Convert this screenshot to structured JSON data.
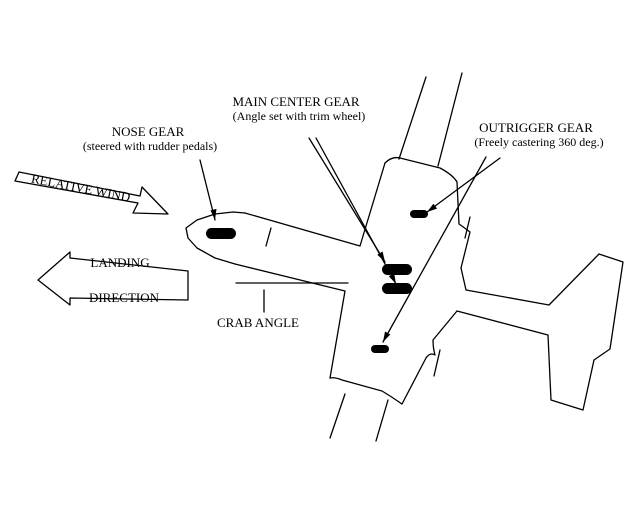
{
  "labels": {
    "nose_gear_title": "NOSE GEAR",
    "nose_gear_note": "(steered with rudder pedals)",
    "main_gear_title": "MAIN CENTER GEAR",
    "main_gear_note": "(Angle set with trim wheel)",
    "outrigger_title": "OUTRIGGER GEAR",
    "outrigger_note": "(Freely castering 360 deg.)",
    "relative_wind": "RELATIVE WIND",
    "landing_1": "LANDING",
    "landing_2": "DIRECTION",
    "crab_angle": "CRAB ANGLE"
  }
}
